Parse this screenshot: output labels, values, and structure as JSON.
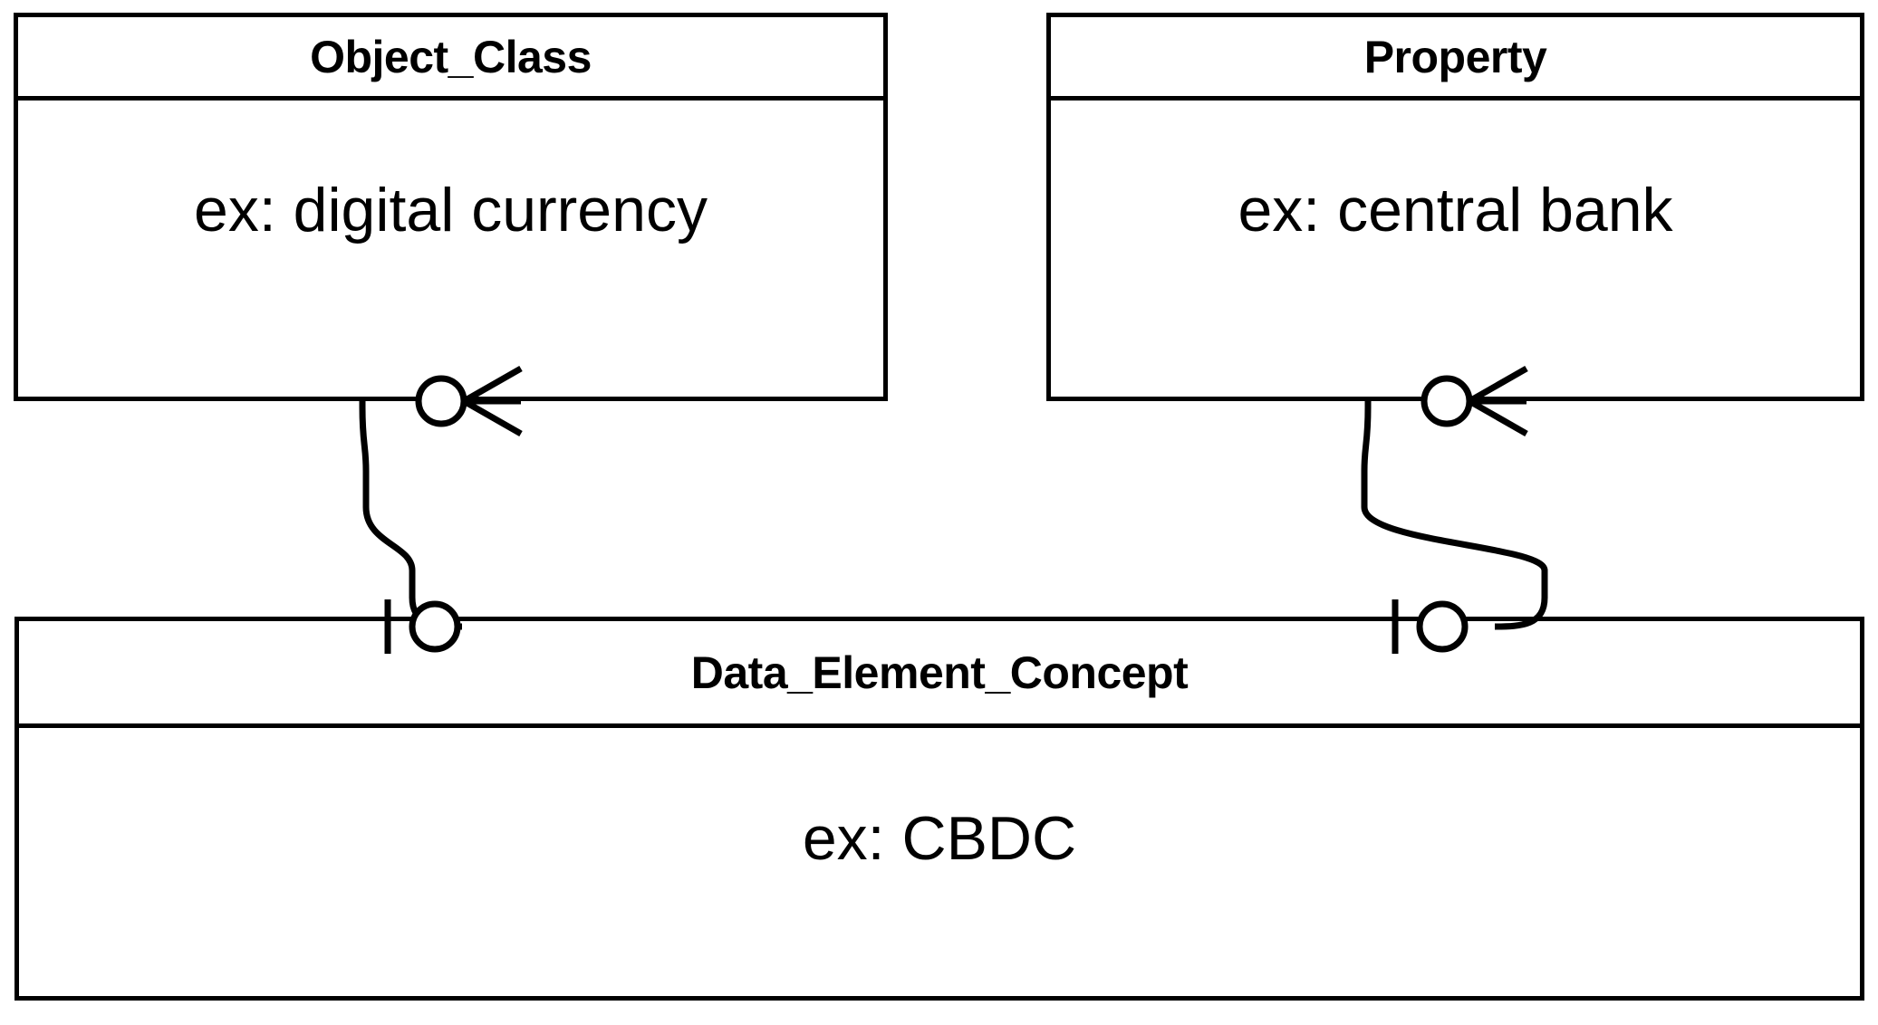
{
  "diagram": {
    "title": "Data_Element_Concept relationship diagram",
    "type": "entity-relationship-crows-foot",
    "background_color": "#ffffff",
    "line_color": "#000000",
    "entities": [
      {
        "id": "object-class",
        "name": "Object_Class",
        "example": "ex: digital currency"
      },
      {
        "id": "property",
        "name": "Property",
        "example": "ex: central bank"
      },
      {
        "id": "data-element-concept",
        "name": "Data_Element_Concept",
        "example": "ex: CBDC"
      }
    ],
    "relationships": [
      {
        "id": "object-class-to-dec",
        "from": "object-class",
        "to": "data-element-concept",
        "from_cardinality": "zero-or-many",
        "to_cardinality": "zero-or-one"
      },
      {
        "id": "property-to-dec",
        "from": "property",
        "to": "data-element-concept",
        "from_cardinality": "zero-or-many",
        "to_cardinality": "zero-or-one"
      }
    ]
  }
}
